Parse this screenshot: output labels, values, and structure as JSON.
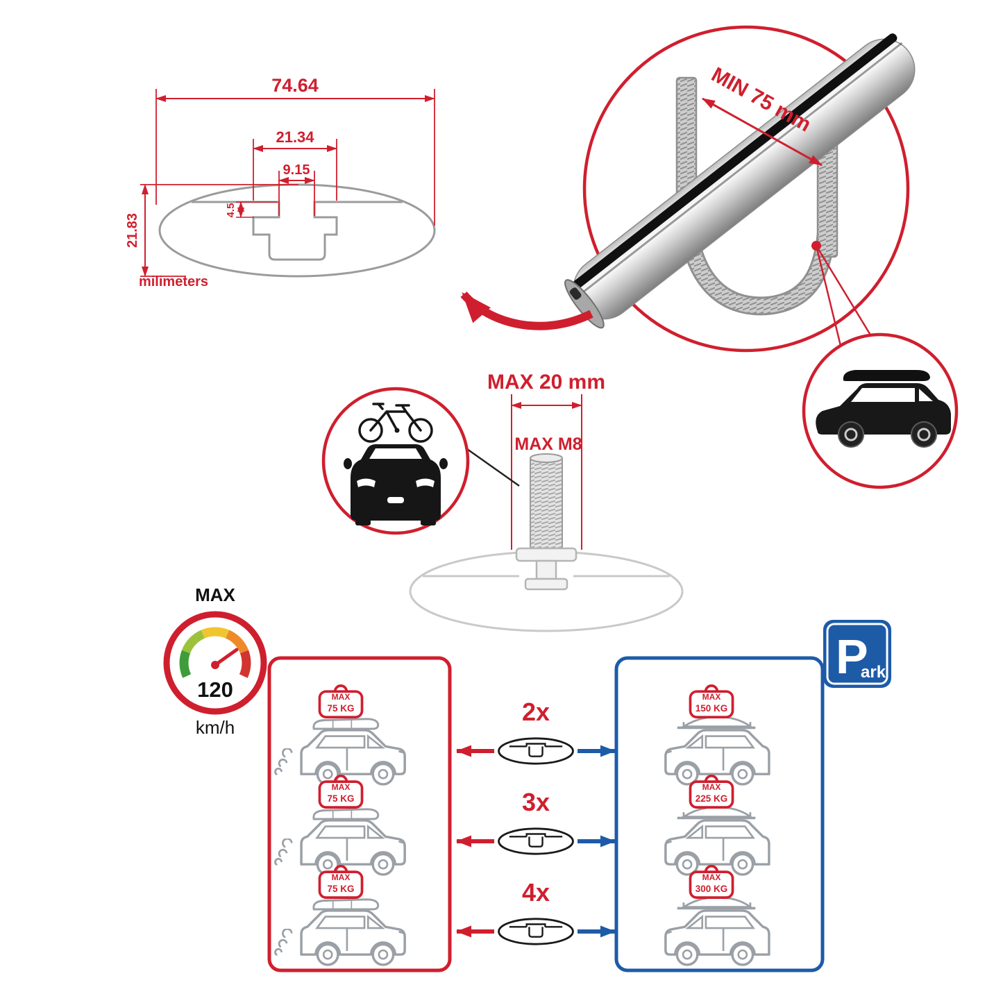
{
  "colors": {
    "accent_red": "#cf1f2e",
    "accent_blue": "#1d5ba7",
    "line_gray": "#9aa0a6",
    "faint_gray": "#c9c9c9",
    "dark": "#111111"
  },
  "tech_drawing": {
    "width_total": "74.64",
    "slot_outer": "21.34",
    "slot_inner": "9.15",
    "lip_depth": "4.5",
    "height_total": "21.83",
    "units": "milimeters"
  },
  "bar_detail": {
    "min_label": "MIN 75 mm"
  },
  "bolt_detail": {
    "width_label": "MAX 20 mm",
    "thread_label": "MAX M8"
  },
  "speedometer": {
    "title": "MAX",
    "value": "120",
    "units": "km/h"
  },
  "park_sign": {
    "letter": "P",
    "rest": "ark"
  },
  "left_panel": {
    "cars": [
      {
        "max": "MAX",
        "kg": "75 KG"
      },
      {
        "max": "MAX",
        "kg": "75 KG"
      },
      {
        "max": "MAX",
        "kg": "75 KG"
      }
    ]
  },
  "right_panel": {
    "cars": [
      {
        "max": "MAX",
        "kg": "150 KG"
      },
      {
        "max": "MAX",
        "kg": "225 KG"
      },
      {
        "max": "MAX",
        "kg": "300 KG"
      }
    ]
  },
  "multipliers": [
    {
      "label": "2x"
    },
    {
      "label": "3x"
    },
    {
      "label": "4x"
    }
  ]
}
